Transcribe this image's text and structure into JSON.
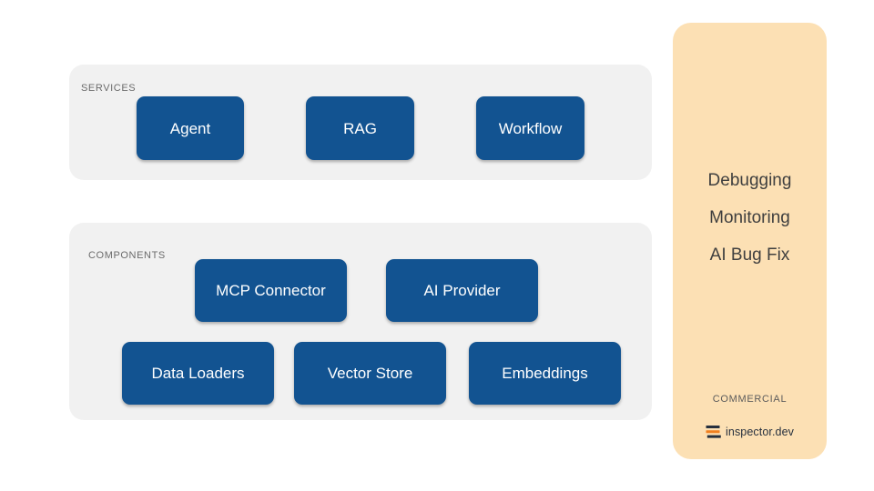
{
  "diagram": {
    "sections": [
      {
        "id": "services",
        "label": "SERVICES",
        "nodes": [
          {
            "label": "Agent"
          },
          {
            "label": "RAG"
          },
          {
            "label": "Workflow"
          }
        ]
      },
      {
        "id": "components",
        "label": "COMPONENTS",
        "nodes": [
          {
            "label": "MCP Connector"
          },
          {
            "label": "AI Provider"
          },
          {
            "label": "Data Loaders"
          },
          {
            "label": "Vector Store"
          },
          {
            "label": "Embeddings"
          }
        ]
      }
    ],
    "commercial": {
      "features": [
        {
          "label": "Debugging"
        },
        {
          "label": "Monitoring"
        },
        {
          "label": "AI Bug Fix"
        }
      ],
      "label": "COMMERCIAL",
      "brand_name": "inspector.dev",
      "brand_icon": "inspector-logo-icon"
    },
    "colors": {
      "node_blue": "#125391",
      "panel_gray": "#f1f1f1",
      "commercial_peach": "#fce0b4",
      "brand_orange": "#f08020",
      "brand_navy": "#26303e",
      "background": "#ffffff"
    }
  }
}
